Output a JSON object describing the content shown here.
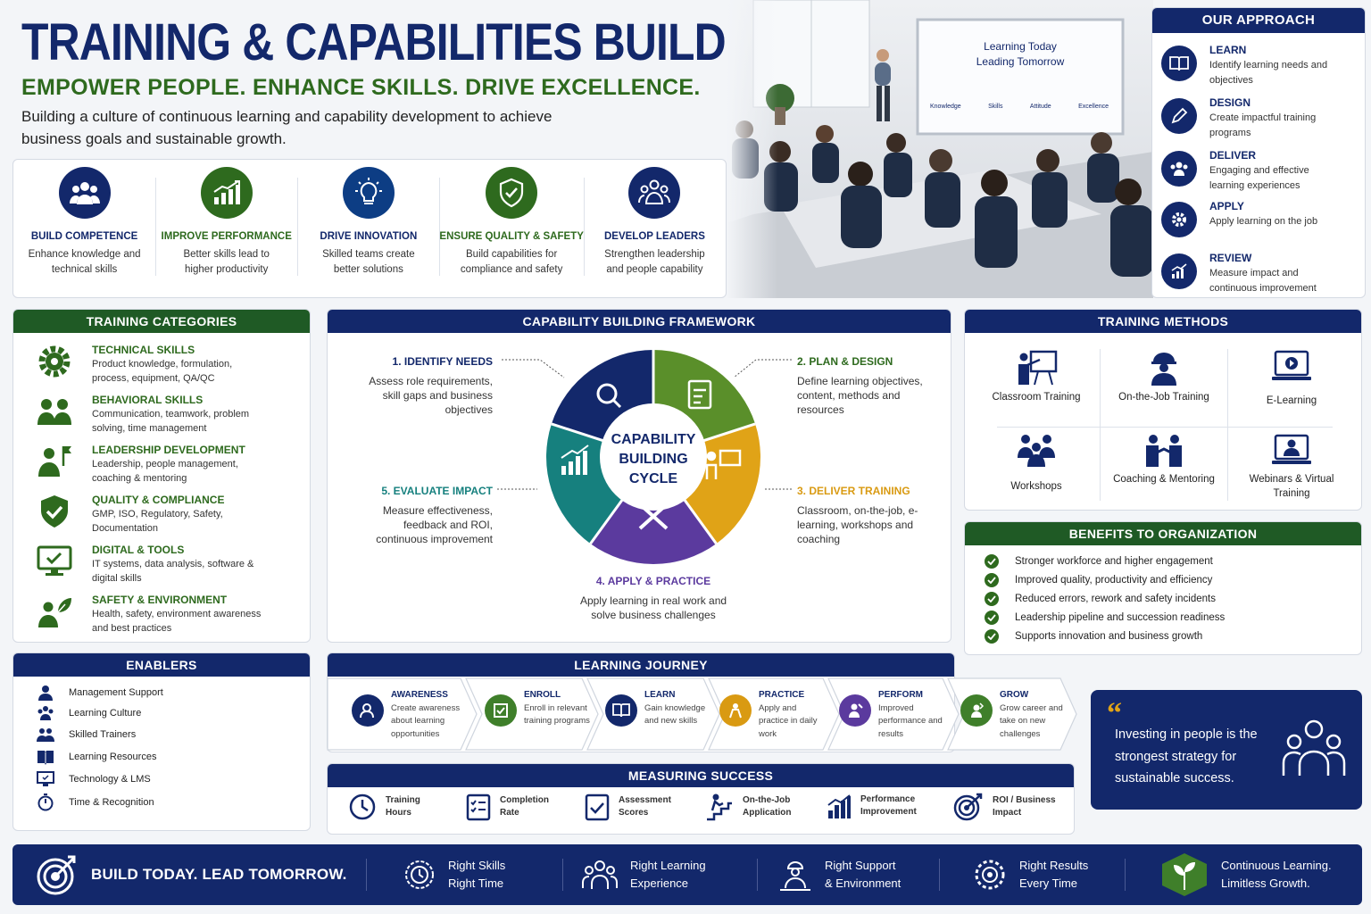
{
  "header": {
    "title": "TRAINING & CAPABILITIES BUILDING",
    "tagline": "EMPOWER PEOPLE. ENHANCE SKILLS. DRIVE EXCELLENCE.",
    "intro": "Building a culture of continuous learning and capability development to achieve business goals and sustainable growth."
  },
  "pillars": [
    {
      "title": "BUILD COMPETENCE",
      "desc": "Enhance knowledge and technical skills",
      "color": "#13286b",
      "icon": "team-icon"
    },
    {
      "title": "IMPROVE PERFORMANCE",
      "desc": "Better skills lead to higher productivity",
      "color": "#2e6a1e",
      "icon": "growth-chart-icon"
    },
    {
      "title": "DRIVE INNOVATION",
      "desc": "Skilled teams create better solutions",
      "color": "#0d3d84",
      "icon": "lightbulb-icon"
    },
    {
      "title": "ENSURE QUALITY & SAFETY",
      "desc": "Build capabilities for compliance and safety",
      "color": "#2e6a1e",
      "icon": "shield-check-icon"
    },
    {
      "title": "DEVELOP LEADERS",
      "desc": "Strengthen leadership and people capability",
      "color": "#13286b",
      "icon": "leaders-icon"
    }
  ],
  "photo": {
    "screen_title_1": "Learning Today",
    "screen_title_2": "Leading Tomorrow",
    "screen_items": [
      "Knowledge",
      "Skills",
      "Attitude",
      "Excellence"
    ]
  },
  "approach": {
    "title": "OUR APPROACH",
    "items": [
      {
        "title": "LEARN",
        "desc": "Identify learning needs and objectives",
        "icon": "book-icon"
      },
      {
        "title": "DESIGN",
        "desc": "Create impactful training programs",
        "icon": "pencil-icon"
      },
      {
        "title": "DELIVER",
        "desc": "Engaging and effective learning experiences",
        "icon": "group-icon"
      },
      {
        "title": "APPLY",
        "desc": "Apply learning on the job",
        "icon": "gear-icon"
      },
      {
        "title": "REVIEW",
        "desc": "Measure impact and continuous improvement",
        "icon": "chart-icon"
      }
    ]
  },
  "categories": {
    "title": "TRAINING CATEGORIES",
    "items": [
      {
        "title": "TECHNICAL SKILLS",
        "desc": "Product knowledge, formulation, process, equipment, QA/QC",
        "icon": "gear-icon"
      },
      {
        "title": "BEHAVIORAL SKILLS",
        "desc": "Communication, teamwork, problem solving, time management",
        "icon": "people-icon"
      },
      {
        "title": "LEADERSHIP DEVELOPMENT",
        "desc": "Leadership, people management, coaching & mentoring",
        "icon": "leader-flag-icon"
      },
      {
        "title": "QUALITY & COMPLIANCE",
        "desc": "GMP, ISO, Regulatory, Safety, Documentation",
        "icon": "shield-check-icon"
      },
      {
        "title": "DIGITAL & TOOLS",
        "desc": "IT systems, data analysis, software & digital skills",
        "icon": "monitor-icon"
      },
      {
        "title": "SAFETY & ENVIRONMENT",
        "desc": "Health, safety, environment awareness and best practices",
        "icon": "leaf-person-icon"
      }
    ]
  },
  "framework": {
    "title": "CAPABILITY BUILDING FRAMEWORK",
    "center_1": "CAPABILITY",
    "center_2": "BUILDING",
    "center_3": "CYCLE",
    "steps": [
      {
        "title": "1. IDENTIFY NEEDS",
        "desc": "Assess role requirements, skill gaps and business objectives",
        "color": "#13286b"
      },
      {
        "title": "2. PLAN & DESIGN",
        "desc": "Define learning objectives, content, methods and resources",
        "color": "#2e6a1e"
      },
      {
        "title": "3. DELIVER TRAINING",
        "desc": "Classroom, on-the-job, e-learning, workshops and coaching",
        "color": "#d99a12"
      },
      {
        "title": "4. APPLY & PRACTICE",
        "desc": "Apply learning in real work and solve business challenges",
        "color": "#5b3a9e"
      },
      {
        "title": "5. EVALUATE IMPACT",
        "desc": "Measure effectiveness, feedback and ROI, continuous improvement",
        "color": "#16807e"
      }
    ]
  },
  "methods": {
    "title": "TRAINING METHODS",
    "items": [
      {
        "label": "Classroom Training",
        "icon": "classroom-icon"
      },
      {
        "label": "On-the-Job Training",
        "icon": "worker-icon"
      },
      {
        "label": "E-Learning",
        "icon": "laptop-play-icon"
      },
      {
        "label": "Workshops",
        "icon": "workshop-group-icon"
      },
      {
        "label": "Coaching & Mentoring",
        "icon": "coaching-icon"
      },
      {
        "label": "Webinars & Virtual Training",
        "icon": "webinar-icon"
      }
    ]
  },
  "benefits": {
    "title": "BENEFITS TO ORGANIZATION",
    "items": [
      "Stronger workforce and higher engagement",
      "Improved quality, productivity and efficiency",
      "Reduced errors, rework and safety incidents",
      "Leadership pipeline and succession readiness",
      "Supports innovation and business growth"
    ]
  },
  "enablers": {
    "title": "ENABLERS",
    "items": [
      {
        "label": "Management Support",
        "icon": "manager-icon"
      },
      {
        "label": "Learning Culture",
        "icon": "culture-icon"
      },
      {
        "label": "Skilled Trainers",
        "icon": "trainers-icon"
      },
      {
        "label": "Learning Resources",
        "icon": "resources-icon"
      },
      {
        "label": "Technology & LMS",
        "icon": "lms-icon"
      },
      {
        "label": "Time & Recognition",
        "icon": "stopwatch-icon"
      }
    ]
  },
  "journey": {
    "title": "LEARNING JOURNEY",
    "steps": [
      {
        "title": "AWARENESS",
        "desc": "Create awareness about learning opportunities",
        "color": "#13286b"
      },
      {
        "title": "ENROLL",
        "desc": "Enroll in relevant training programs",
        "color": "#3f7f2a"
      },
      {
        "title": "LEARN",
        "desc": "Gain knowledge and new skills",
        "color": "#13286b"
      },
      {
        "title": "PRACTICE",
        "desc": "Apply and practice in daily work",
        "color": "#d99a12"
      },
      {
        "title": "PERFORM",
        "desc": "Improved performance and results",
        "color": "#5b3a9e"
      },
      {
        "title": "GROW",
        "desc": "Grow career and take on new challenges",
        "color": "#3f7f2a"
      }
    ]
  },
  "measures": {
    "title": "MEASURING SUCCESS",
    "items": [
      {
        "label": "Training Hours",
        "icon": "clock-icon"
      },
      {
        "label": "Completion Rate",
        "icon": "checklist-icon"
      },
      {
        "label": "Assessment Scores",
        "icon": "assessment-icon"
      },
      {
        "label": "On-the-Job Application",
        "icon": "stairs-icon"
      },
      {
        "label": "Performance Improvement",
        "icon": "bars-icon"
      },
      {
        "label": "ROI / Business Impact",
        "icon": "target-icon"
      }
    ]
  },
  "quote": {
    "mark": "“",
    "text": "Investing in people is the strongest strategy for sustainable success."
  },
  "footer": {
    "slogan": "BUILD TODAY. LEAD TOMORROW.",
    "items": [
      {
        "line1": "Right Skills",
        "line2": "Right Time"
      },
      {
        "line1": "Right Learning",
        "line2": "Experience"
      },
      {
        "line1": "Right Support",
        "line2": "& Environment"
      },
      {
        "line1": "Right Results",
        "line2": "Every Time"
      },
      {
        "line1": "Continuous Learning.",
        "line2": "Limitless Growth."
      }
    ]
  }
}
